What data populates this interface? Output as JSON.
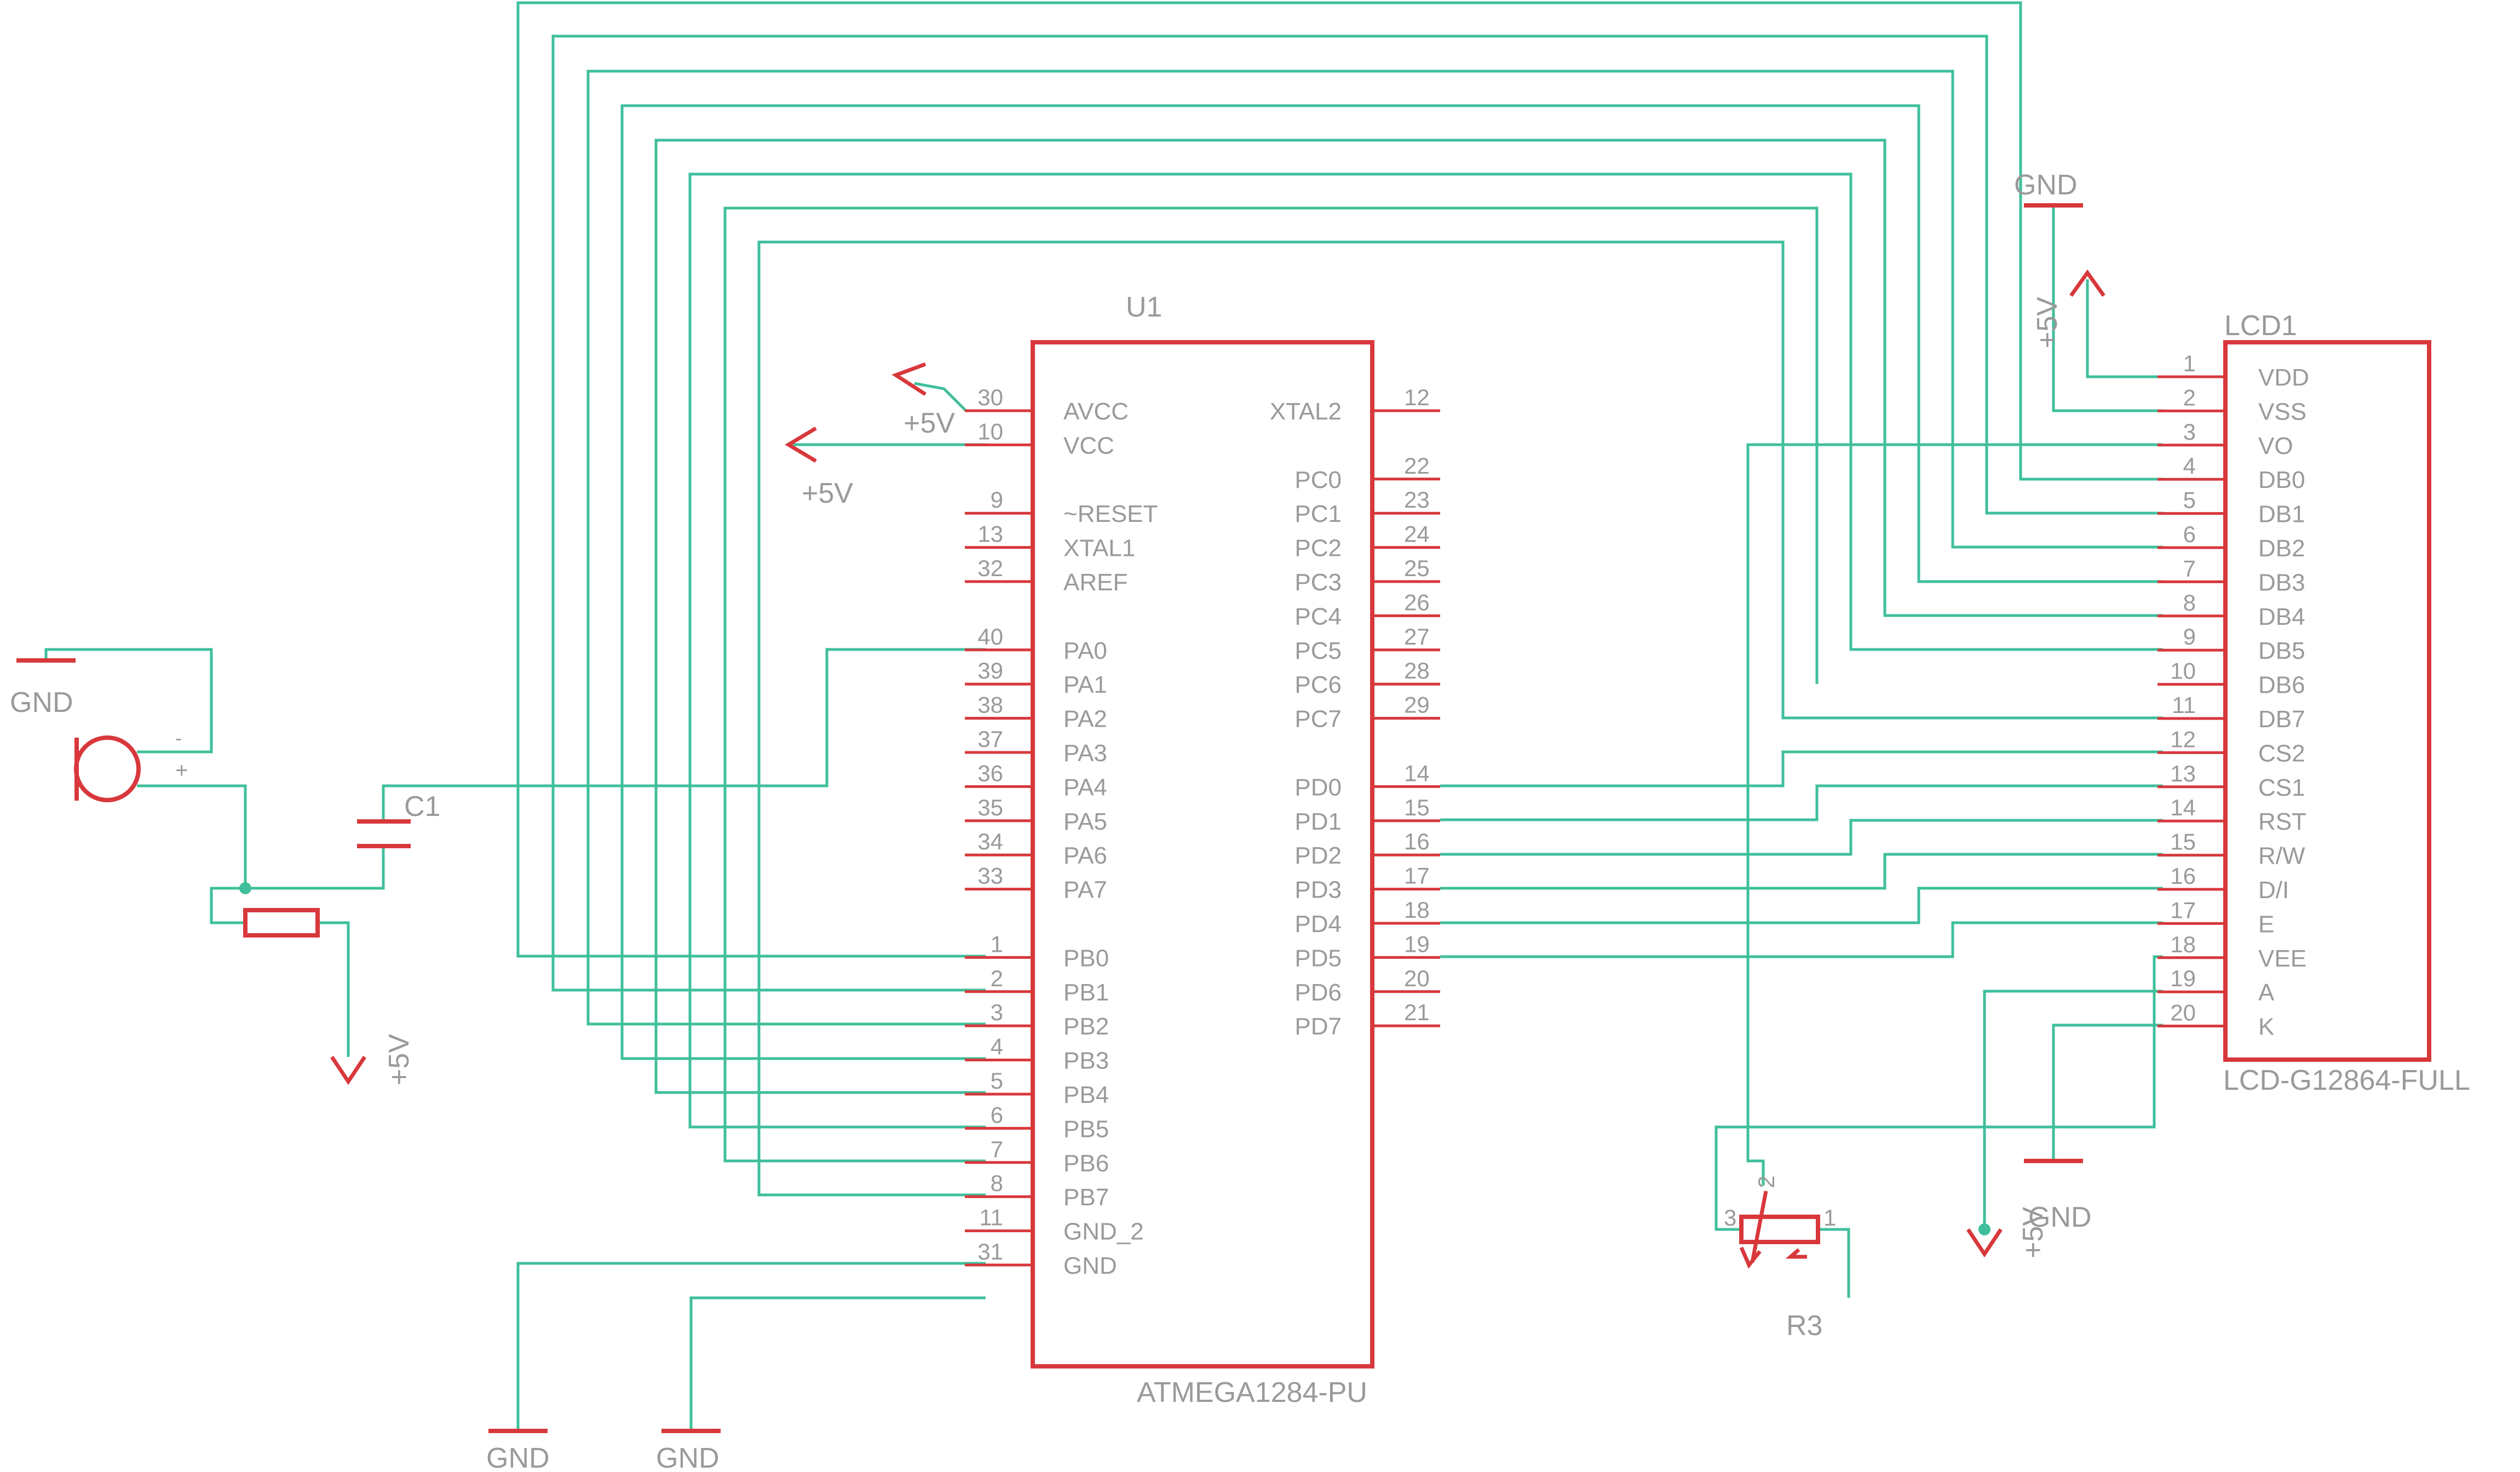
{
  "colors": {
    "part": "#d8383c",
    "wire": "#3fbf9b",
    "text": "#9a9a9a",
    "junction": "#3fbf9b"
  },
  "u1": {
    "name": "U1",
    "value": "ATMEGA1284-PU",
    "left_pins": [
      {
        "num": "30",
        "label": "AVCC"
      },
      {
        "num": "10",
        "label": "VCC"
      },
      {
        "num": "9",
        "label": "~RESET"
      },
      {
        "num": "13",
        "label": "XTAL1"
      },
      {
        "num": "32",
        "label": "AREF"
      },
      {
        "num": "40",
        "label": "PA0"
      },
      {
        "num": "39",
        "label": "PA1"
      },
      {
        "num": "38",
        "label": "PA2"
      },
      {
        "num": "37",
        "label": "PA3"
      },
      {
        "num": "36",
        "label": "PA4"
      },
      {
        "num": "35",
        "label": "PA5"
      },
      {
        "num": "34",
        "label": "PA6"
      },
      {
        "num": "33",
        "label": "PA7"
      },
      {
        "num": "1",
        "label": "PB0"
      },
      {
        "num": "2",
        "label": "PB1"
      },
      {
        "num": "3",
        "label": "PB2"
      },
      {
        "num": "4",
        "label": "PB3"
      },
      {
        "num": "5",
        "label": "PB4"
      },
      {
        "num": "6",
        "label": "PB5"
      },
      {
        "num": "7",
        "label": "PB6"
      },
      {
        "num": "8",
        "label": "PB7"
      },
      {
        "num": "11",
        "label": "GND_2"
      },
      {
        "num": "31",
        "label": "GND"
      }
    ],
    "right_pins": [
      {
        "num": "12",
        "label": "XTAL2"
      },
      {
        "num": "22",
        "label": "PC0"
      },
      {
        "num": "23",
        "label": "PC1"
      },
      {
        "num": "24",
        "label": "PC2"
      },
      {
        "num": "25",
        "label": "PC3"
      },
      {
        "num": "26",
        "label": "PC4"
      },
      {
        "num": "27",
        "label": "PC5"
      },
      {
        "num": "28",
        "label": "PC6"
      },
      {
        "num": "29",
        "label": "PC7"
      },
      {
        "num": "14",
        "label": "PD0"
      },
      {
        "num": "15",
        "label": "PD1"
      },
      {
        "num": "16",
        "label": "PD2"
      },
      {
        "num": "17",
        "label": "PD3"
      },
      {
        "num": "18",
        "label": "PD4"
      },
      {
        "num": "19",
        "label": "PD5"
      },
      {
        "num": "20",
        "label": "PD6"
      },
      {
        "num": "21",
        "label": "PD7"
      }
    ]
  },
  "lcd1": {
    "name": "LCD1",
    "value": "LCD-G12864-FULL",
    "pins": [
      {
        "num": "1",
        "label": "VDD"
      },
      {
        "num": "2",
        "label": "VSS"
      },
      {
        "num": "3",
        "label": "VO"
      },
      {
        "num": "4",
        "label": "DB0"
      },
      {
        "num": "5",
        "label": "DB1"
      },
      {
        "num": "6",
        "label": "DB2"
      },
      {
        "num": "7",
        "label": "DB3"
      },
      {
        "num": "8",
        "label": "DB4"
      },
      {
        "num": "9",
        "label": "DB5"
      },
      {
        "num": "10",
        "label": "DB6"
      },
      {
        "num": "11",
        "label": "DB7"
      },
      {
        "num": "12",
        "label": "CS2"
      },
      {
        "num": "13",
        "label": "CS1"
      },
      {
        "num": "14",
        "label": "RST"
      },
      {
        "num": "15",
        "label": "R/W"
      },
      {
        "num": "16",
        "label": "D/I"
      },
      {
        "num": "17",
        "label": "E"
      },
      {
        "num": "18",
        "label": "VEE"
      },
      {
        "num": "19",
        "label": "A"
      },
      {
        "num": "20",
        "label": "K"
      }
    ]
  },
  "c1": {
    "name": "C1"
  },
  "r3": {
    "name": "R3",
    "pin1": "1",
    "pin2": "2",
    "pin3": "3"
  },
  "mic": {
    "minus": "-",
    "plus": "+"
  },
  "supplies": {
    "gnd": "GND",
    "vcc": "+5V"
  }
}
